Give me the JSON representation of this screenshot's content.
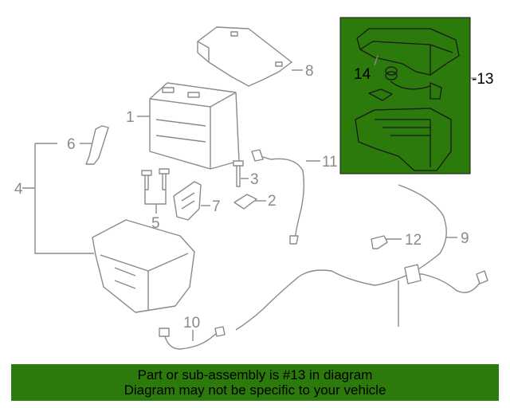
{
  "colors": {
    "highlight_green": "#2b7a0b",
    "line_gray": "#8a8a8a",
    "text_black": "#000000"
  },
  "callouts": {
    "c1": "1",
    "c2": "2",
    "c3": "3",
    "c4": "4",
    "c5": "5",
    "c6": "6",
    "c7": "7",
    "c8": "8",
    "c9": "9",
    "c10": "10",
    "c11": "11",
    "c12": "12",
    "c13": "-13",
    "c14": "14"
  },
  "footer": {
    "line1": "Part or sub-assembly is #13 in diagram",
    "line2": "Diagram may not be specific to your vehicle"
  }
}
